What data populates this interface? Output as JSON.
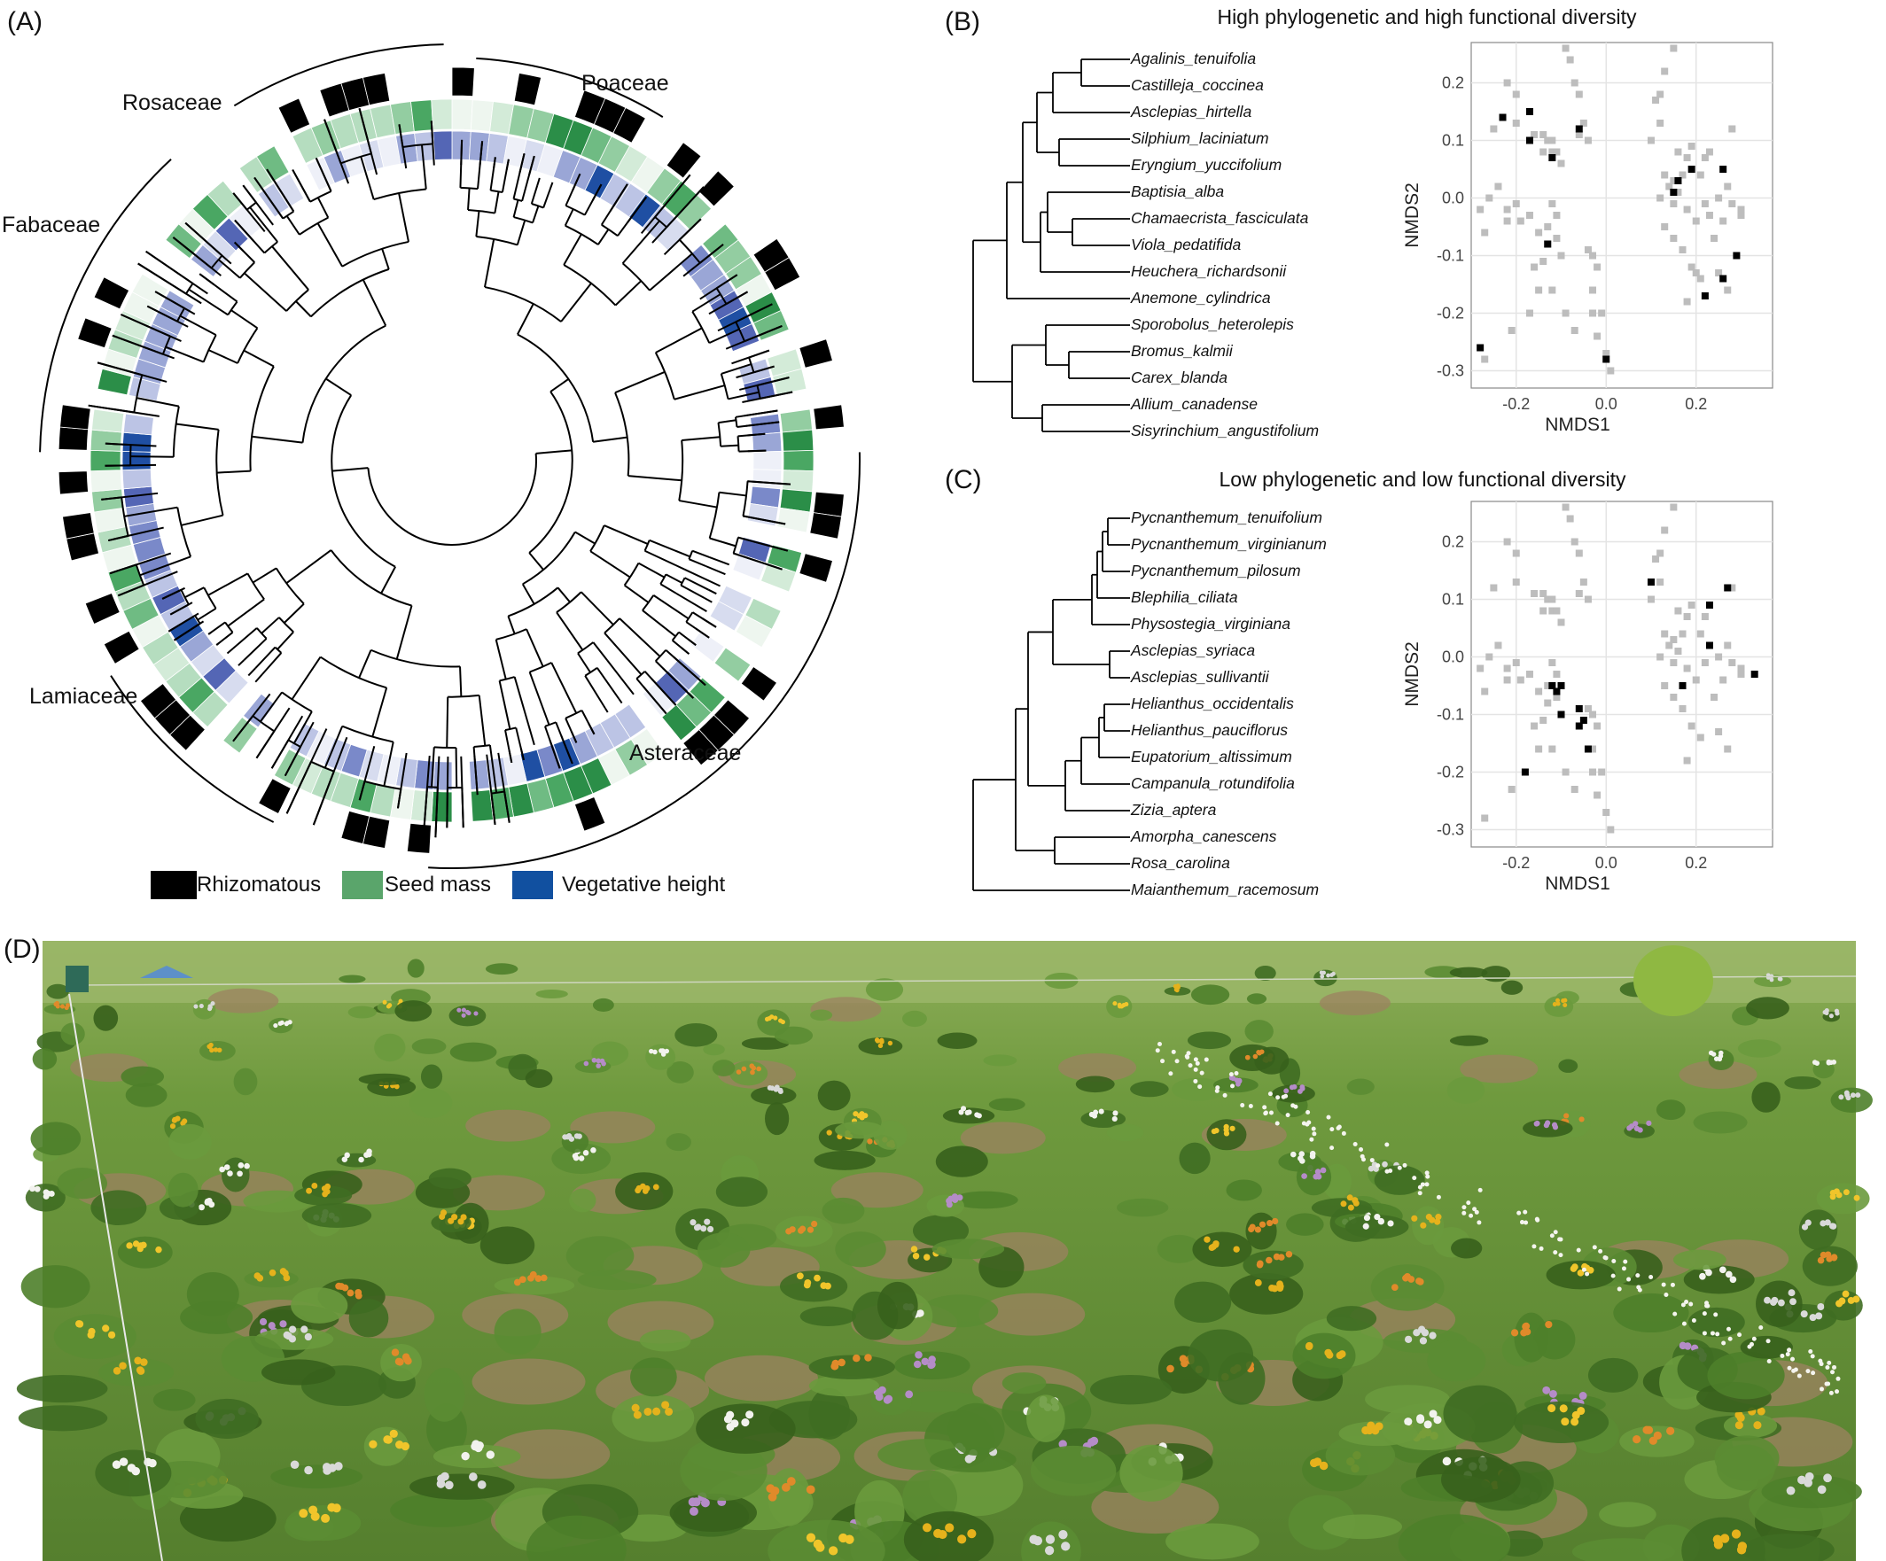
{
  "panelA": {
    "label": "(A)",
    "families": [
      "Rosaceae",
      "Poaceae",
      "Fabaceae",
      "Lamiaceae",
      "Asteraceae"
    ],
    "legend": [
      {
        "name": "Rhizomatous",
        "color": "#000000"
      },
      {
        "name": "Seed mass",
        "color": "#5aa56b"
      },
      {
        "name": "Vegetative height",
        "color": "#1150a0"
      }
    ]
  },
  "panelB": {
    "label": "(B)",
    "title": "High phylogenetic and high functional diversity",
    "species": [
      "Agalinis_tenuifolia",
      "Castilleja_coccinea",
      "Asclepias_hirtella",
      "Silphium_laciniatum",
      "Eryngium_yuccifolium",
      "Baptisia_alba",
      "Chamaecrista_fasciculata",
      "Viola_pedatifida",
      "Heuchera_richardsonii",
      "Anemone_cylindrica",
      "Sporobolus_heterolepis",
      "Bromus_kalmii",
      "Carex_blanda",
      "Allium_canadense",
      "Sisyrinchium_angustifolium"
    ]
  },
  "panelC": {
    "label": "(C)",
    "title": "Low phylogenetic and low functional diversity",
    "species": [
      "Pycnanthemum_tenuifolium",
      "Pycnanthemum_virginianum",
      "Pycnanthemum_pilosum",
      "Blephilia_ciliata",
      "Physostegia_virginiana",
      "Asclepias_syriaca",
      "Asclepias_sullivantii",
      "Helianthus_occidentalis",
      "Helianthus_pauciflorus",
      "Eupatorium_altissimum",
      "Campanula_rotundifolia",
      "Zizia_aptera",
      "Amorpha_canescens",
      "Rosa_carolina",
      "Maianthemum_racemosum"
    ]
  },
  "panelD": {
    "label": "(D)"
  },
  "chart_data": [
    {
      "type": "scatter",
      "xlabel": "NMDS1",
      "ylabel": "NMDS2",
      "xlim": [
        -0.3,
        0.37
      ],
      "ylim": [
        -0.33,
        0.27
      ],
      "xticks": [
        "-0.2",
        "0.0",
        "0.2"
      ],
      "yticks": [
        "0.2",
        "0.1",
        "0.0",
        "-0.1",
        "-0.2",
        "-0.3"
      ],
      "series": [
        {
          "color": "#bdbdbd",
          "values": [
            [
              -0.09,
              0.26
            ],
            [
              -0.08,
              0.24
            ],
            [
              -0.22,
              0.2
            ],
            [
              -0.2,
              0.18
            ],
            [
              -0.25,
              0.12
            ],
            [
              -0.2,
              0.13
            ],
            [
              -0.16,
              0.11
            ],
            [
              -0.14,
              0.11
            ],
            [
              -0.13,
              0.1
            ],
            [
              -0.12,
              0.1
            ],
            [
              -0.14,
              0.08
            ],
            [
              -0.12,
              0.08
            ],
            [
              -0.11,
              0.08
            ],
            [
              -0.1,
              0.06
            ],
            [
              -0.07,
              0.2
            ],
            [
              -0.06,
              0.18
            ],
            [
              -0.06,
              0.11
            ],
            [
              -0.05,
              0.13
            ],
            [
              -0.04,
              0.1
            ],
            [
              -0.24,
              0.02
            ],
            [
              -0.22,
              -0.02
            ],
            [
              -0.22,
              -0.04
            ],
            [
              -0.27,
              -0.06
            ],
            [
              -0.28,
              -0.02
            ],
            [
              -0.26,
              0.0
            ],
            [
              -0.2,
              -0.01
            ],
            [
              -0.19,
              -0.04
            ],
            [
              -0.17,
              -0.03
            ],
            [
              -0.15,
              -0.06
            ],
            [
              -0.13,
              -0.05
            ],
            [
              -0.12,
              -0.01
            ],
            [
              -0.11,
              -0.03
            ],
            [
              -0.13,
              -0.08
            ],
            [
              -0.11,
              -0.07
            ],
            [
              -0.1,
              -0.1
            ],
            [
              -0.14,
              -0.11
            ],
            [
              -0.16,
              -0.12
            ],
            [
              -0.15,
              -0.16
            ],
            [
              -0.12,
              -0.16
            ],
            [
              -0.09,
              -0.2
            ],
            [
              -0.07,
              -0.23
            ],
            [
              -0.04,
              -0.09
            ],
            [
              -0.03,
              -0.1
            ],
            [
              -0.02,
              -0.12
            ],
            [
              -0.03,
              -0.16
            ],
            [
              -0.03,
              -0.2
            ],
            [
              -0.01,
              -0.2
            ],
            [
              -0.02,
              -0.24
            ],
            [
              0.0,
              -0.27
            ],
            [
              0.01,
              -0.3
            ],
            [
              -0.17,
              -0.2
            ],
            [
              -0.21,
              -0.23
            ],
            [
              -0.27,
              -0.28
            ],
            [
              0.13,
              0.22
            ],
            [
              0.15,
              0.26
            ],
            [
              0.12,
              0.18
            ],
            [
              0.11,
              0.17
            ],
            [
              0.1,
              0.1
            ],
            [
              0.12,
              0.13
            ],
            [
              0.16,
              0.08
            ],
            [
              0.18,
              0.07
            ],
            [
              0.19,
              0.09
            ],
            [
              0.21,
              0.04
            ],
            [
              0.22,
              0.07
            ],
            [
              0.23,
              0.08
            ],
            [
              0.17,
              0.04
            ],
            [
              0.15,
              0.03
            ],
            [
              0.14,
              0.02
            ],
            [
              0.16,
              0.01
            ],
            [
              0.13,
              0.04
            ],
            [
              0.12,
              0.0
            ],
            [
              0.15,
              -0.01
            ],
            [
              0.18,
              -0.02
            ],
            [
              0.2,
              -0.04
            ],
            [
              0.22,
              -0.01
            ],
            [
              0.23,
              -0.03
            ],
            [
              0.25,
              0.0
            ],
            [
              0.27,
              0.02
            ],
            [
              0.28,
              -0.01
            ],
            [
              0.3,
              -0.02
            ],
            [
              0.26,
              -0.04
            ],
            [
              0.24,
              -0.07
            ],
            [
              0.13,
              -0.05
            ],
            [
              0.15,
              -0.07
            ],
            [
              0.17,
              -0.09
            ],
            [
              0.19,
              -0.12
            ],
            [
              0.21,
              -0.14
            ],
            [
              0.25,
              -0.13
            ],
            [
              0.27,
              -0.16
            ],
            [
              0.18,
              -0.18
            ],
            [
              0.2,
              -0.13
            ],
            [
              0.28,
              0.12
            ],
            [
              0.3,
              -0.03
            ]
          ]
        },
        {
          "color": "#000000",
          "values": [
            [
              -0.23,
              0.14
            ],
            [
              -0.17,
              0.15
            ],
            [
              -0.17,
              0.1
            ],
            [
              -0.12,
              0.07
            ],
            [
              -0.06,
              0.12
            ],
            [
              -0.13,
              -0.08
            ],
            [
              -0.28,
              -0.26
            ],
            [
              0.0,
              -0.28
            ],
            [
              0.16,
              0.03
            ],
            [
              0.15,
              0.01
            ],
            [
              0.19,
              0.05
            ],
            [
              0.26,
              0.05
            ],
            [
              0.29,
              -0.1
            ],
            [
              0.26,
              -0.14
            ],
            [
              0.22,
              -0.17
            ]
          ]
        }
      ]
    },
    {
      "type": "scatter",
      "xlabel": "NMDS1",
      "ylabel": "NMDS2",
      "xlim": [
        -0.3,
        0.37
      ],
      "ylim": [
        -0.33,
        0.27
      ],
      "xticks": [
        "-0.2",
        "0.0",
        "0.2"
      ],
      "yticks": [
        "0.2",
        "0.1",
        "0.0",
        "-0.1",
        "-0.2",
        "-0.3"
      ],
      "series": [
        {
          "color": "#bdbdbd",
          "values": [
            [
              -0.09,
              0.26
            ],
            [
              -0.08,
              0.24
            ],
            [
              -0.22,
              0.2
            ],
            [
              -0.2,
              0.18
            ],
            [
              -0.25,
              0.12
            ],
            [
              -0.2,
              0.13
            ],
            [
              -0.16,
              0.11
            ],
            [
              -0.14,
              0.11
            ],
            [
              -0.13,
              0.1
            ],
            [
              -0.12,
              0.1
            ],
            [
              -0.14,
              0.08
            ],
            [
              -0.12,
              0.08
            ],
            [
              -0.11,
              0.08
            ],
            [
              -0.1,
              0.06
            ],
            [
              -0.07,
              0.2
            ],
            [
              -0.06,
              0.18
            ],
            [
              -0.06,
              0.11
            ],
            [
              -0.05,
              0.13
            ],
            [
              -0.04,
              0.1
            ],
            [
              -0.24,
              0.02
            ],
            [
              -0.22,
              -0.02
            ],
            [
              -0.22,
              -0.04
            ],
            [
              -0.27,
              -0.06
            ],
            [
              -0.28,
              -0.02
            ],
            [
              -0.26,
              0.0
            ],
            [
              -0.2,
              -0.01
            ],
            [
              -0.19,
              -0.04
            ],
            [
              -0.17,
              -0.03
            ],
            [
              -0.15,
              -0.06
            ],
            [
              -0.13,
              -0.05
            ],
            [
              -0.12,
              -0.01
            ],
            [
              -0.11,
              -0.03
            ],
            [
              -0.13,
              -0.08
            ],
            [
              -0.11,
              -0.07
            ],
            [
              -0.1,
              -0.1
            ],
            [
              -0.14,
              -0.11
            ],
            [
              -0.16,
              -0.12
            ],
            [
              -0.15,
              -0.16
            ],
            [
              -0.12,
              -0.16
            ],
            [
              -0.09,
              -0.2
            ],
            [
              -0.07,
              -0.23
            ],
            [
              -0.04,
              -0.09
            ],
            [
              -0.03,
              -0.1
            ],
            [
              -0.02,
              -0.12
            ],
            [
              -0.03,
              -0.16
            ],
            [
              -0.03,
              -0.2
            ],
            [
              -0.01,
              -0.2
            ],
            [
              -0.02,
              -0.24
            ],
            [
              0.0,
              -0.27
            ],
            [
              0.01,
              -0.3
            ],
            [
              -0.21,
              -0.23
            ],
            [
              -0.27,
              -0.28
            ],
            [
              0.13,
              0.22
            ],
            [
              0.15,
              0.26
            ],
            [
              0.12,
              0.18
            ],
            [
              0.11,
              0.17
            ],
            [
              0.1,
              0.1
            ],
            [
              0.12,
              0.13
            ],
            [
              0.16,
              0.08
            ],
            [
              0.18,
              0.07
            ],
            [
              0.19,
              0.09
            ],
            [
              0.21,
              0.04
            ],
            [
              0.22,
              0.07
            ],
            [
              0.17,
              0.04
            ],
            [
              0.15,
              0.03
            ],
            [
              0.14,
              0.02
            ],
            [
              0.16,
              0.01
            ],
            [
              0.13,
              0.04
            ],
            [
              0.12,
              0.0
            ],
            [
              0.15,
              -0.01
            ],
            [
              0.18,
              -0.02
            ],
            [
              0.2,
              -0.04
            ],
            [
              0.22,
              -0.01
            ],
            [
              0.25,
              0.0
            ],
            [
              0.27,
              0.02
            ],
            [
              0.28,
              -0.01
            ],
            [
              0.3,
              -0.02
            ],
            [
              0.26,
              -0.04
            ],
            [
              0.24,
              -0.07
            ],
            [
              0.13,
              -0.05
            ],
            [
              0.15,
              -0.07
            ],
            [
              0.17,
              -0.09
            ],
            [
              0.19,
              -0.12
            ],
            [
              0.21,
              -0.14
            ],
            [
              0.25,
              -0.13
            ],
            [
              0.27,
              -0.16
            ],
            [
              0.18,
              -0.18
            ],
            [
              0.28,
              0.12
            ],
            [
              0.3,
              -0.03
            ]
          ]
        },
        {
          "color": "#000000",
          "values": [
            [
              0.1,
              0.13
            ],
            [
              0.27,
              0.12
            ],
            [
              0.23,
              0.09
            ],
            [
              0.23,
              0.02
            ],
            [
              0.17,
              -0.05
            ],
            [
              0.33,
              -0.03
            ],
            [
              -0.12,
              -0.05
            ],
            [
              -0.1,
              -0.05
            ],
            [
              -0.11,
              -0.06
            ],
            [
              -0.1,
              -0.1
            ],
            [
              -0.06,
              -0.09
            ],
            [
              -0.05,
              -0.11
            ],
            [
              -0.06,
              -0.12
            ],
            [
              -0.04,
              -0.16
            ],
            [
              -0.18,
              -0.2
            ]
          ]
        }
      ]
    }
  ]
}
